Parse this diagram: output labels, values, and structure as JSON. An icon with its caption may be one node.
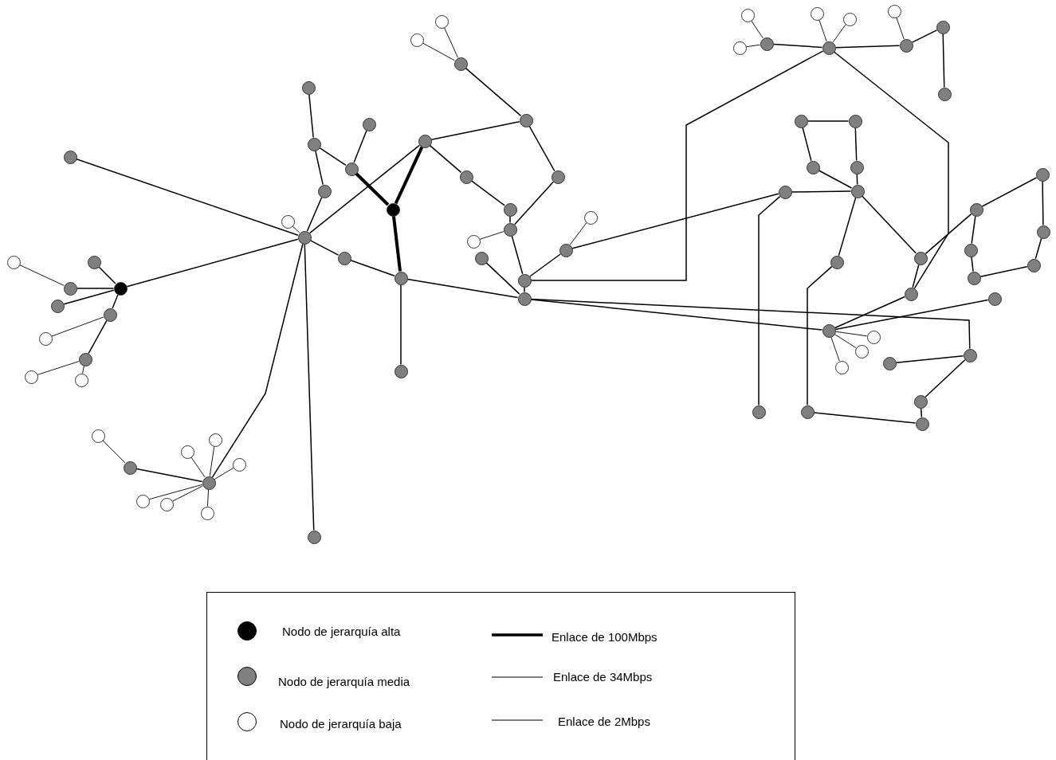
{
  "diagram": {
    "nodes": [
      {
        "text": [],
        "shape": "circle"
      },
      {
        "text": [],
        "shape": "circle"
      },
      {
        "text": [],
        "shape": "circle"
      },
      {
        "text": [],
        "shape": "circle"
      },
      {
        "text": [],
        "shape": "circle"
      },
      {
        "text": [],
        "shape": "circle"
      },
      {
        "text": [],
        "shape": "circle"
      },
      {
        "text": [],
        "shape": "circle"
      },
      {
        "text": [],
        "shape": "circle"
      },
      {
        "text": [],
        "shape": "circle"
      },
      {
        "text": [],
        "shape": "circle"
      },
      {
        "text": [],
        "shape": "circle"
      },
      {
        "text": [],
        "shape": "circle"
      },
      {
        "text": [],
        "shape": "circle"
      },
      {
        "text": [],
        "shape": "circle"
      },
      {
        "text": [],
        "shape": "circle"
      },
      {
        "text": [],
        "shape": "circle"
      },
      {
        "text": [],
        "shape": "circle"
      },
      {
        "text": [],
        "shape": "circle"
      },
      {
        "text": [],
        "shape": "circle"
      },
      {
        "text": [],
        "shape": "circle"
      },
      {
        "text": [],
        "shape": "circle"
      },
      {
        "text": [],
        "shape": "circle"
      },
      {
        "text": [],
        "shape": "circle"
      },
      {
        "text": [],
        "shape": "circle"
      },
      {
        "text": [],
        "shape": "circle"
      },
      {
        "text": [],
        "shape": "circle"
      },
      {
        "text": [],
        "shape": "circle"
      },
      {
        "text": [],
        "shape": "circle"
      },
      {
        "text": [],
        "shape": "circle"
      },
      {
        "text": [],
        "shape": "circle"
      },
      {
        "text": [],
        "shape": "circle"
      },
      {
        "text": [],
        "shape": "circle"
      },
      {
        "text": [],
        "shape": "circle"
      },
      {
        "text": [],
        "shape": "circle"
      },
      {
        "text": [],
        "shape": "circle"
      },
      {
        "text": [],
        "shape": "circle"
      },
      {
        "text": [],
        "shape": "circle"
      },
      {
        "text": [],
        "shape": "circle"
      },
      {
        "text": [],
        "shape": "circle"
      },
      {
        "text": [],
        "shape": "circle"
      },
      {
        "text": [],
        "shape": "circle"
      },
      {
        "text": [],
        "shape": "circle"
      },
      {
        "text": [],
        "shape": "circle"
      },
      {
        "text": [],
        "shape": "circle"
      },
      {
        "text": [],
        "shape": "circle"
      },
      {
        "text": [],
        "shape": "circle"
      },
      {
        "text": [],
        "shape": "circle"
      },
      {
        "text": [],
        "shape": "circle"
      },
      {
        "text": [],
        "shape": "circle"
      },
      {
        "text": [],
        "shape": "circle"
      },
      {
        "text": [],
        "shape": "circle"
      },
      {
        "text": [],
        "shape": "circle"
      },
      {
        "text": [],
        "shape": "circle"
      },
      {
        "text": [],
        "shape": "circle"
      },
      {
        "text": [],
        "shape": "circle"
      },
      {
        "text": [],
        "shape": "circle"
      },
      {
        "text": [],
        "shape": "circle"
      },
      {
        "text": [],
        "shape": "circle"
      },
      {
        "text": [],
        "shape": "circle"
      },
      {
        "text": [],
        "shape": "circle"
      },
      {
        "text": [],
        "shape": "circle"
      },
      {
        "text": [],
        "shape": "circle"
      },
      {
        "text": [],
        "shape": "circle"
      },
      {
        "text": [],
        "shape": "circle"
      },
      {
        "text": [],
        "shape": "circle"
      },
      {
        "text": [],
        "shape": "circle"
      },
      {
        "text": [],
        "shape": "circle"
      },
      {
        "text": [],
        "shape": "circle"
      },
      {
        "text": [],
        "shape": "circle"
      },
      {
        "text": [],
        "shape": "circle"
      },
      {
        "text": [],
        "shape": "circle"
      },
      {
        "text": [],
        "shape": "circle"
      },
      {
        "text": [],
        "shape": "circle"
      },
      {
        "text": [],
        "shape": "circle"
      },
      {
        "text": [],
        "shape": "circle"
      },
      {
        "text": [],
        "shape": "circle"
      },
      {
        "text": [],
        "shape": "circle"
      },
      {
        "text": [],
        "shape": "circle"
      },
      {
        "text": [],
        "shape": "circle"
      },
      {
        "text": [],
        "shape": "circle"
      },
      {
        "text": [],
        "shape": "circle"
      },
      {
        "text": [],
        "shape": "circle"
      }
    ],
    "edges": [
      {
        "from": 0,
        "to": 11,
        "arrow": "none"
      },
      {
        "from": 1,
        "to": 11,
        "arrow": "none"
      },
      {
        "from": 1,
        "to": 2,
        "arrow": "none"
      },
      {
        "from": 1,
        "to": 3,
        "arrow": "none"
      },
      {
        "from": 3,
        "to": 4,
        "arrow": "none"
      },
      {
        "from": 1,
        "to": 5,
        "arrow": "none"
      },
      {
        "from": 1,
        "to": 6,
        "arrow": "none"
      },
      {
        "from": 6,
        "to": 7,
        "arrow": "none"
      },
      {
        "from": 6,
        "to": 8,
        "arrow": "none"
      },
      {
        "from": 8,
        "to": 9,
        "arrow": "none"
      },
      {
        "from": 8,
        "to": 10,
        "arrow": "none"
      },
      {
        "from": 11,
        "to": 12,
        "arrow": "none"
      },
      {
        "from": 11,
        "to": 14,
        "arrow": "none"
      },
      {
        "from": 14,
        "to": 15,
        "arrow": "none"
      },
      {
        "from": 15,
        "to": 16,
        "arrow": "none"
      },
      {
        "from": 15,
        "to": 28,
        "arrow": "none"
      },
      {
        "from": 11,
        "to": 30,
        "arrow": "none"
      },
      {
        "from": 11,
        "to": 13,
        "arrow": "none"
      },
      {
        "from": 13,
        "to": 31,
        "arrow": "none"
      },
      {
        "from": 11,
        "to": 17,
        "arrow": "none"
      },
      {
        "from": 11,
        "to": 26,
        "arrow": "none"
      },
      {
        "from": 17,
        "to": 18,
        "arrow": "none"
      },
      {
        "from": 18,
        "to": 19,
        "arrow": "none"
      },
      {
        "from": 17,
        "to": 20,
        "arrow": "none"
      },
      {
        "from": 17,
        "to": 21,
        "arrow": "none"
      },
      {
        "from": 17,
        "to": 22,
        "arrow": "none"
      },
      {
        "from": 17,
        "to": 23,
        "arrow": "none"
      },
      {
        "from": 17,
        "to": 24,
        "arrow": "none"
      },
      {
        "from": 17,
        "to": 25,
        "arrow": "none"
      },
      {
        "from": 28,
        "to": 27,
        "arrow": "none",
        "style": "thick"
      },
      {
        "from": 28,
        "to": 29,
        "arrow": "none"
      },
      {
        "from": 27,
        "to": 30,
        "arrow": "none",
        "style": "thick"
      },
      {
        "from": 27,
        "to": 31,
        "arrow": "none",
        "style": "thick"
      },
      {
        "from": 31,
        "to": 32,
        "arrow": "none"
      },
      {
        "from": 31,
        "to": 44,
        "arrow": "none"
      },
      {
        "from": 30,
        "to": 33,
        "arrow": "none"
      },
      {
        "from": 30,
        "to": 37,
        "arrow": "none"
      },
      {
        "from": 37,
        "to": 39,
        "arrow": "none"
      },
      {
        "from": 39,
        "to": 40,
        "arrow": "none"
      },
      {
        "from": 33,
        "to": 34,
        "arrow": "none"
      },
      {
        "from": 34,
        "to": 35,
        "arrow": "none"
      },
      {
        "from": 34,
        "to": 36,
        "arrow": "none"
      },
      {
        "from": 33,
        "to": 38,
        "arrow": "none"
      },
      {
        "from": 38,
        "to": 40,
        "arrow": "none"
      },
      {
        "from": 40,
        "to": 41,
        "arrow": "none"
      },
      {
        "from": 40,
        "to": 43,
        "arrow": "none"
      },
      {
        "from": 43,
        "to": 44,
        "arrow": "none"
      },
      {
        "from": 42,
        "to": 44,
        "arrow": "none"
      },
      {
        "from": 43,
        "to": 45,
        "arrow": "none"
      },
      {
        "from": 45,
        "to": 46,
        "arrow": "none"
      },
      {
        "from": 45,
        "to": 61,
        "arrow": "none"
      },
      {
        "from": 43,
        "to": 50,
        "arrow": "none"
      },
      {
        "from": 44,
        "to": 71,
        "arrow": "none"
      },
      {
        "from": 44,
        "to": 66,
        "arrow": "none"
      },
      {
        "from": 47,
        "to": 48,
        "arrow": "none"
      },
      {
        "from": 47,
        "to": 49,
        "arrow": "none"
      },
      {
        "from": 47,
        "to": 50,
        "arrow": "none"
      },
      {
        "from": 50,
        "to": 51,
        "arrow": "none"
      },
      {
        "from": 50,
        "to": 52,
        "arrow": "none"
      },
      {
        "from": 50,
        "to": 53,
        "arrow": "none"
      },
      {
        "from": 53,
        "to": 54,
        "arrow": "none"
      },
      {
        "from": 53,
        "to": 55,
        "arrow": "none"
      },
      {
        "from": 55,
        "to": 56,
        "arrow": "none"
      },
      {
        "from": 50,
        "to": 65,
        "arrow": "none"
      },
      {
        "from": 57,
        "to": 58,
        "arrow": "none"
      },
      {
        "from": 57,
        "to": 59,
        "arrow": "none"
      },
      {
        "from": 58,
        "to": 60,
        "arrow": "none"
      },
      {
        "from": 60,
        "to": 62,
        "arrow": "none"
      },
      {
        "from": 59,
        "to": 62,
        "arrow": "none"
      },
      {
        "from": 61,
        "to": 62,
        "arrow": "none"
      },
      {
        "from": 61,
        "to": 76,
        "arrow": "none"
      },
      {
        "from": 62,
        "to": 63,
        "arrow": "none"
      },
      {
        "from": 63,
        "to": 75,
        "arrow": "none"
      },
      {
        "from": 62,
        "to": 64,
        "arrow": "none"
      },
      {
        "from": 64,
        "to": 65,
        "arrow": "none"
      },
      {
        "from": 64,
        "to": 78,
        "arrow": "none"
      },
      {
        "from": 65,
        "to": 66,
        "arrow": "none"
      },
      {
        "from": 66,
        "to": 70,
        "arrow": "none"
      },
      {
        "from": 66,
        "to": 67,
        "arrow": "none"
      },
      {
        "from": 66,
        "to": 68,
        "arrow": "none"
      },
      {
        "from": 66,
        "to": 69,
        "arrow": "none"
      },
      {
        "from": 71,
        "to": 72,
        "arrow": "none"
      },
      {
        "from": 71,
        "to": 73,
        "arrow": "none"
      },
      {
        "from": 73,
        "to": 74,
        "arrow": "none"
      },
      {
        "from": 75,
        "to": 74,
        "arrow": "none"
      },
      {
        "from": 78,
        "to": 77,
        "arrow": "none"
      },
      {
        "from": 77,
        "to": 82,
        "arrow": "none"
      },
      {
        "from": 82,
        "to": 81,
        "arrow": "none"
      },
      {
        "from": 81,
        "to": 80,
        "arrow": "none"
      },
      {
        "from": 80,
        "to": 79,
        "arrow": "none"
      },
      {
        "from": 79,
        "to": 78,
        "arrow": "none"
      }
    ],
    "legend": [
      {
        "text": "Nodo de jerarquía alta",
        "color": "#000000"
      },
      {
        "text": "Enlace de 100Mbps"
      },
      {
        "text": "Nodo de jerarquía media",
        "color": "#808080"
      },
      {
        "text": "Enlace de 34Mbps"
      },
      {
        "text": "Nodo de jerarquía baja",
        "color": "#ffffff"
      },
      {
        "text": "Enlace de 2Mbps"
      }
    ]
  }
}
